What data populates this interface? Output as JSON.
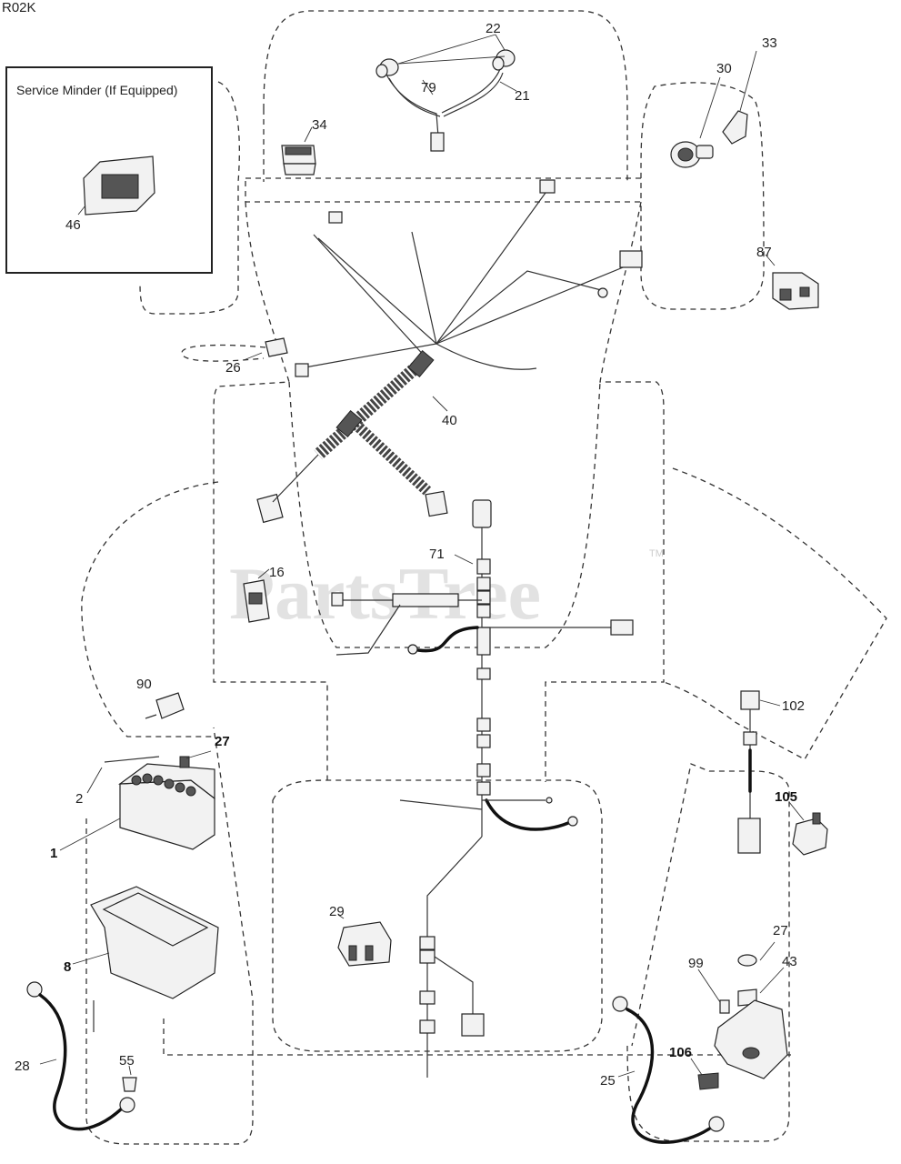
{
  "diagram_code": "R02K",
  "inset": {
    "title": "Service Minder (If Equipped)",
    "part_label": "46"
  },
  "watermark": {
    "text": "PartsTree",
    "trademark": "TM"
  },
  "callouts": {
    "c22": "22",
    "c21": "21",
    "c79": "79",
    "c34": "34",
    "c30": "30",
    "c33": "33",
    "c87": "87",
    "c26": "26",
    "c40": "40",
    "c16": "16",
    "c71": "71",
    "c90": "90",
    "c27a": "27",
    "c2": "2",
    "c1": "1",
    "c8": "8",
    "c28": "28",
    "c55": "55",
    "c29": "29",
    "c102": "102",
    "c105": "105",
    "c27b": "27",
    "c43": "43",
    "c99": "99",
    "c106": "106",
    "c25": "25"
  }
}
